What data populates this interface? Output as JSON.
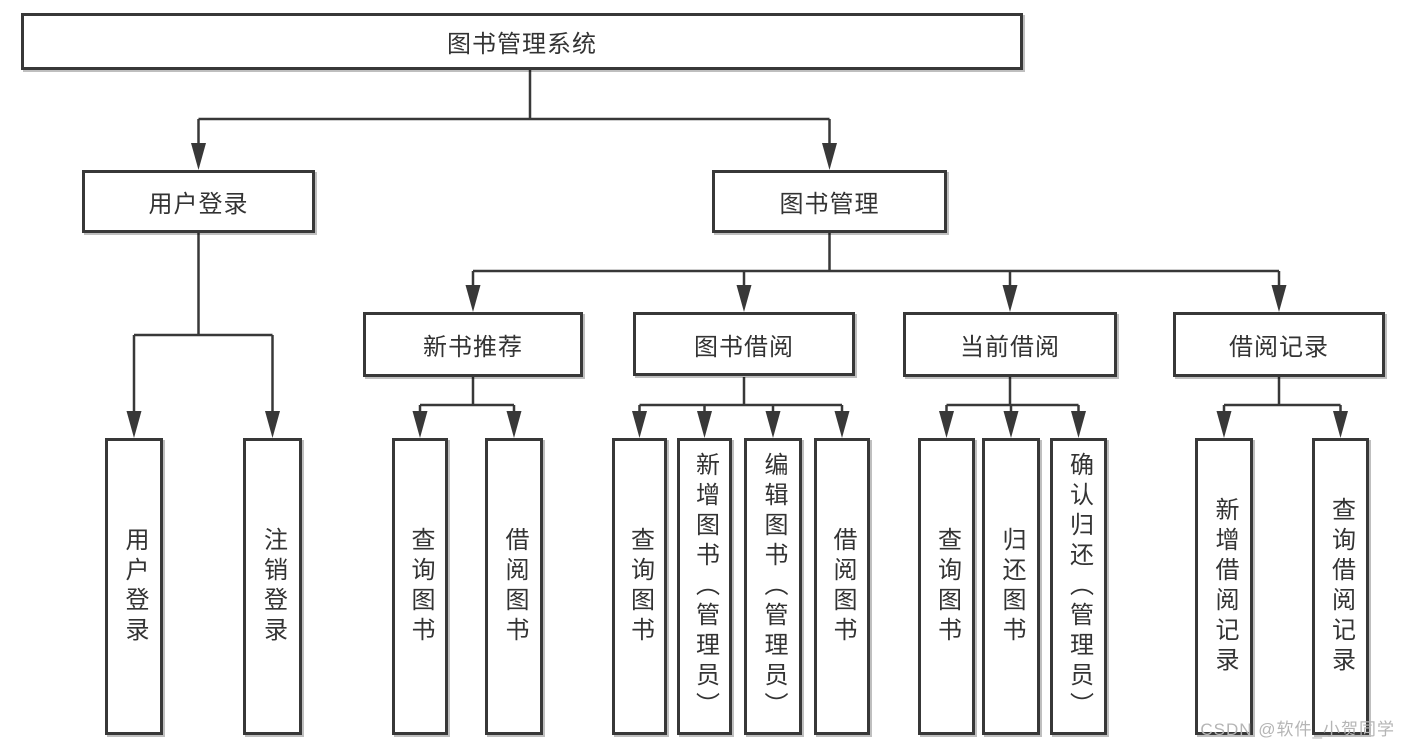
{
  "diagram": {
    "root": {
      "label": "图书管理系统"
    },
    "branches": {
      "user_login": {
        "label": "用户登录",
        "children": {
          "login": {
            "label": "用户登录"
          },
          "logout": {
            "label": "注销登录"
          }
        }
      },
      "book_management": {
        "label": "图书管理",
        "children": {
          "new_book_recommend": {
            "label": "新书推荐",
            "children": {
              "query_books": {
                "label": "查询图书"
              },
              "borrow_books": {
                "label": "借阅图书"
              }
            }
          },
          "book_borrowing": {
            "label": "图书借阅",
            "children": {
              "query_books": {
                "label": "查询图书"
              },
              "add_books_admin": {
                "label": "新增图书（管理员）"
              },
              "edit_books_admin": {
                "label": "编辑图书（管理员）"
              },
              "borrow_books": {
                "label": "借阅图书"
              }
            }
          },
          "current_borrowing": {
            "label": "当前借阅",
            "children": {
              "query_books": {
                "label": "查询图书"
              },
              "return_books": {
                "label": "归还图书"
              },
              "confirm_return_admin": {
                "label": "确认归还（管理员）"
              }
            }
          },
          "borrow_records": {
            "label": "借阅记录",
            "children": {
              "add_borrow_record": {
                "label": "新增借阅记录"
              },
              "query_borrow_record": {
                "label": "查询借阅记录"
              }
            }
          }
        }
      }
    }
  },
  "watermark": {
    "text": "CSDN @软件_小贺同学"
  },
  "colors": {
    "line": "#383838",
    "box_border": "#383838",
    "text": "#333333",
    "box_background": "#ffffff",
    "shadow": "#bdbdbd",
    "watermark": "#b5b5b5",
    "background": "#ffffff"
  }
}
